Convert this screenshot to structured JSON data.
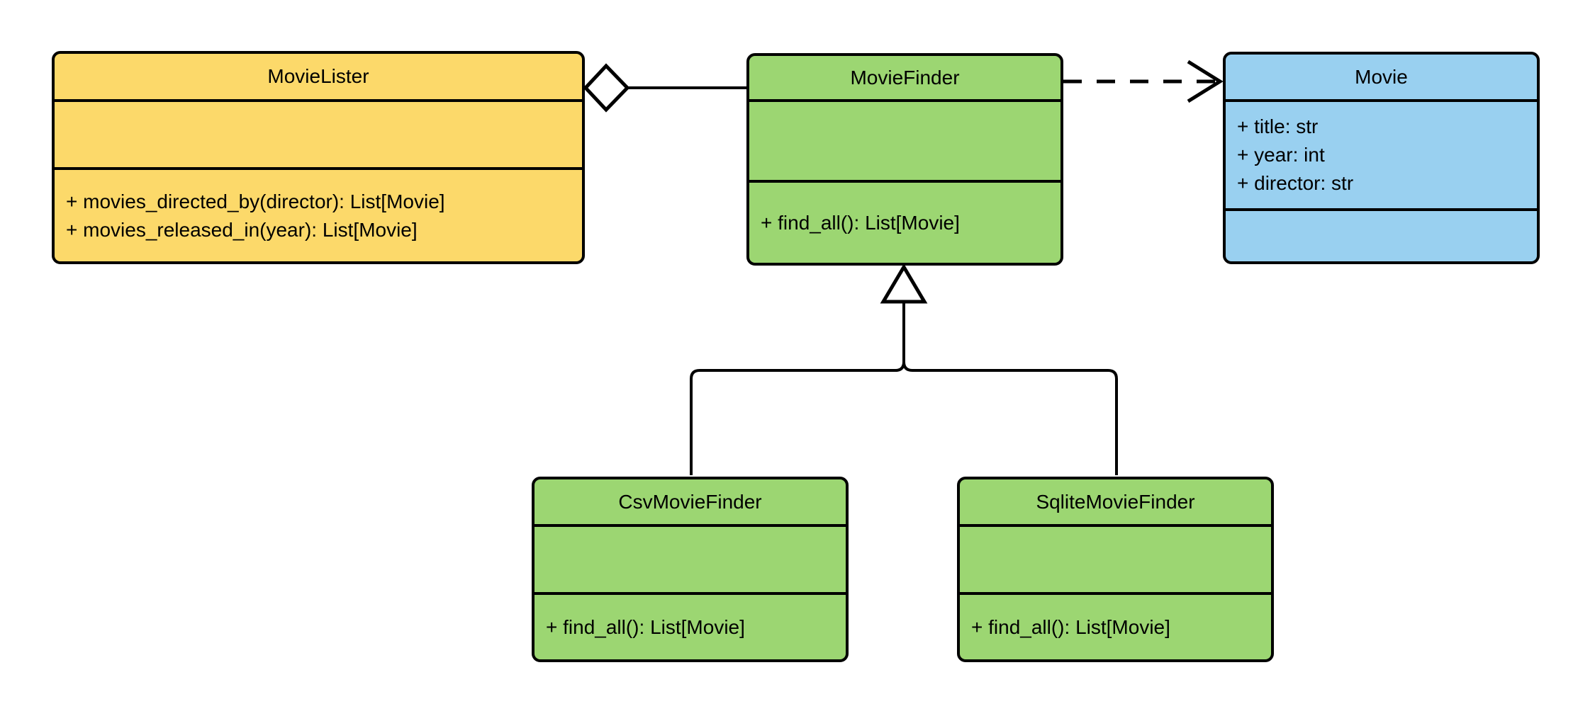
{
  "diagram": {
    "kind": "uml-class-diagram",
    "colors": {
      "background": "#ffffff",
      "stroke": "#000000",
      "yellow_fill": "#FCD96A",
      "green_fill": "#9CD672",
      "blue_fill": "#99D0F0",
      "connector_fill": "#ffffff"
    },
    "classes": [
      {
        "name": "MovieLister",
        "fill": "#FCD96A",
        "attributes": [],
        "methods": [
          "+ movies_directed_by(director): List[Movie]",
          "+ movies_released_in(year): List[Movie]"
        ]
      },
      {
        "name": "MovieFinder",
        "fill": "#9CD672",
        "attributes": [],
        "methods": [
          "+ find_all(): List[Movie]"
        ]
      },
      {
        "name": "Movie",
        "fill": "#99D0F0",
        "attributes": [
          "+ title: str",
          "+ year: int",
          "+ director: str"
        ],
        "methods": []
      },
      {
        "name": "CsvMovieFinder",
        "fill": "#9CD672",
        "attributes": [],
        "methods": [
          "+ find_all(): List[Movie]"
        ]
      },
      {
        "name": "SqliteMovieFinder",
        "fill": "#9CD672",
        "attributes": [],
        "methods": [
          "+ find_all(): List[Movie]"
        ]
      }
    ],
    "relationships": [
      {
        "type": "aggregation",
        "from": "MovieLister",
        "to": "MovieFinder"
      },
      {
        "type": "dependency",
        "from": "MovieFinder",
        "to": "Movie"
      },
      {
        "type": "inheritance",
        "from": "CsvMovieFinder",
        "to": "MovieFinder"
      },
      {
        "type": "inheritance",
        "from": "SqliteMovieFinder",
        "to": "MovieFinder"
      }
    ]
  }
}
